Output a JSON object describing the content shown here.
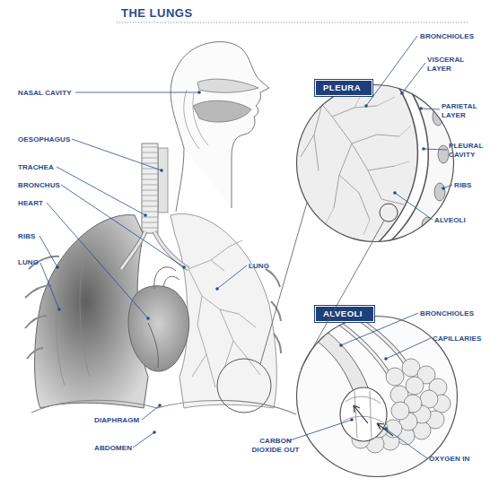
{
  "diagram": {
    "title": "THE LUNGS",
    "nodes": [
      {
        "text": [
          "PLEURA"
        ]
      },
      {
        "text": [
          "ALVEOLI"
        ]
      }
    ],
    "edges": [
      {
        "from": 0,
        "to": 1,
        "arrow": "none"
      }
    ],
    "labels": [
      "NASAL CAVITY",
      "OESOPHAGUS",
      "TRACHEA",
      "BRONCHUS",
      "HEART",
      "RIBS",
      "LUNG",
      "LUNG",
      "DIAPHRAGM",
      "ABDOMEN",
      "BRONCHIOLES",
      "VISCERAL LAYER",
      "PARIETAL LAYER",
      "PLEURAL CAVITY",
      "RIBS",
      "ALVEOLI",
      "BRONCHIOLES",
      "CAPILLARIES",
      "CARBON DIOXIDE OUT",
      "OXYGEN IN"
    ]
  }
}
